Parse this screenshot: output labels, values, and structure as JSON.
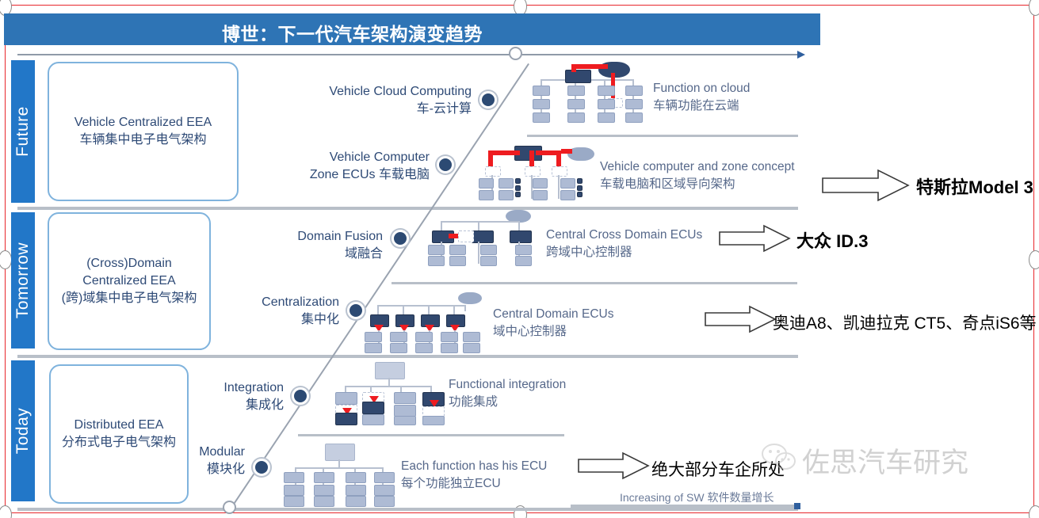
{
  "header": {
    "title": "博世：下一代汽车架构演变趋势",
    "bar_color": "#2e74b5"
  },
  "axis": {
    "name": "evolution-axis"
  },
  "eras": [
    {
      "id": "future",
      "label": "Future"
    },
    {
      "id": "tomorrow",
      "label": "Tomorrow"
    },
    {
      "id": "today",
      "label": "Today"
    }
  ],
  "eea_boxes": [
    {
      "id": "future",
      "line1": "Vehicle Centralized EEA",
      "line2": "车辆集中电子电气架构",
      "line3": ""
    },
    {
      "id": "tomorrow",
      "line1": "(Cross)Domain",
      "line2": "Centralized EEA",
      "line3": "(跨)域集中电子电气架构"
    },
    {
      "id": "today",
      "line1": "Distributed EEA",
      "line2": "分布式电子电气架构",
      "line3": ""
    }
  ],
  "stages": [
    {
      "id": "vehicle-cloud-computing",
      "en": "Vehicle Cloud Computing",
      "cn": "车-云计算"
    },
    {
      "id": "vehicle-computer",
      "en": "Vehicle Computer",
      "cn": "Zone ECUs 车载电脑"
    },
    {
      "id": "domain-fusion",
      "en": "Domain Fusion",
      "cn": "域融合"
    },
    {
      "id": "centralization",
      "en": "Centralization",
      "cn": "集中化"
    },
    {
      "id": "integration",
      "en": "Integration",
      "cn": "集成化"
    },
    {
      "id": "modular",
      "en": "Modular",
      "cn": "模块化"
    }
  ],
  "descriptions": [
    {
      "id": "function-on-cloud",
      "en": "Function on cloud",
      "cn": "车辆功能在云端"
    },
    {
      "id": "vehicle-computer-zone",
      "en": "Vehicle computer and zone concept",
      "cn": "车载电脑和区域导向架构"
    },
    {
      "id": "central-cross-domain",
      "en": "Central Cross Domain ECUs",
      "cn": "跨域中心控制器"
    },
    {
      "id": "central-domain",
      "en": "Central Domain ECUs",
      "cn": "域中心控制器"
    },
    {
      "id": "functional-integration",
      "en": "Functional integration",
      "cn": "功能集成"
    },
    {
      "id": "each-function-ecu",
      "en": "Each function has his ECU",
      "cn": "每个功能独立ECU"
    }
  ],
  "callouts": [
    {
      "id": "tesla",
      "text": "特斯拉Model 3"
    },
    {
      "id": "vw",
      "text": "大众 ID.3"
    },
    {
      "id": "audi",
      "text": "奥迪A8、凯迪拉克 CT5、奇点iS6等"
    },
    {
      "id": "most-oems",
      "text": "绝大部分车企所处"
    }
  ],
  "footer": {
    "sw_label": "Increasing of SW 软件数量增长"
  },
  "watermark": {
    "text": "佐思汽车研究"
  }
}
